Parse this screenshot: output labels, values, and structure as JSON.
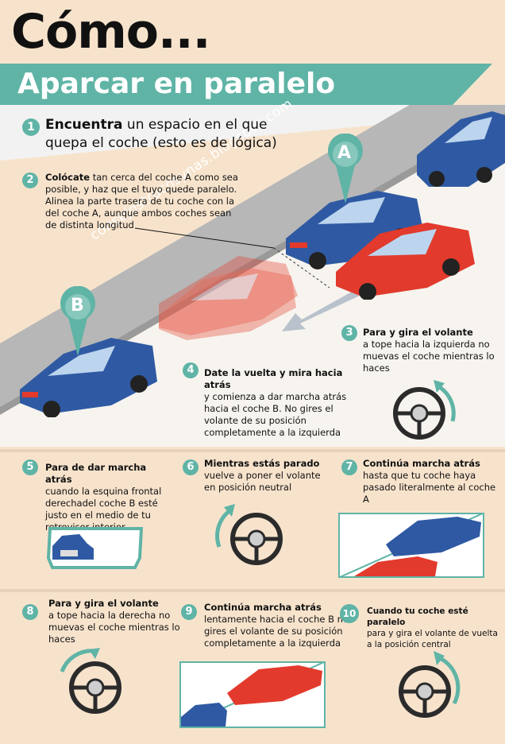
{
  "title": "Cómo...",
  "subtitle": "Aparcar en paralelo",
  "watermark": "consejostrucosynas.blogspot.com",
  "markers": {
    "a": "A",
    "b": "B"
  },
  "steps": [
    {
      "num": "1",
      "bold": "Encuentra",
      "text": " un espacio en el que quepa el coche (esto es de lógica)"
    },
    {
      "num": "2",
      "bold": "Colócate",
      "text": " tan cerca del coche A como sea posible, y haz que el tuyo quede paralelo. Alinea la parte trasera de tu coche con la del coche A, aunque ambos coches sean de distinta longitud"
    },
    {
      "num": "3",
      "bold": "Para y gira el volante",
      "text": "a tope hacia la izquierda no muevas el coche mientras lo haces"
    },
    {
      "num": "4",
      "bold": "Date la vuelta y mira hacia atrás",
      "text": "y comienza a dar marcha atrás hacia el coche B. No gires el volante de su posición completamente a la izquierda"
    },
    {
      "num": "5",
      "bold": "Para de dar marcha atrás",
      "text": "cuando la esquina frontal derechadel coche B esté justo en el medio de tu retrovisor interior"
    },
    {
      "num": "6",
      "bold": "Mientras estás parado",
      "text": "vuelve a poner el volante en posición neutral"
    },
    {
      "num": "7",
      "bold": "Continúa marcha atrás",
      "text": "hasta que tu coche haya pasado literalmente al coche A"
    },
    {
      "num": "8",
      "bold": "Para y gira el volante",
      "text": "a tope hacia la derecha no muevas el coche mientras lo haces"
    },
    {
      "num": "9",
      "bold": "Continúa marcha atrás",
      "text": "lentamente hacia el coche B no gires el volante de su posición completamente a la izquierda"
    },
    {
      "num": "10",
      "bold": "Cuando tu coche esté paralelo",
      "text": "para y gira el volante de vuelta a la posición central"
    }
  ],
  "colors": {
    "teal": "#5fb4a6",
    "beige": "#f7e3cc",
    "blue_car": "#2f5aa3",
    "red_car": "#e23a2c",
    "curb": "#a9a9a9"
  }
}
